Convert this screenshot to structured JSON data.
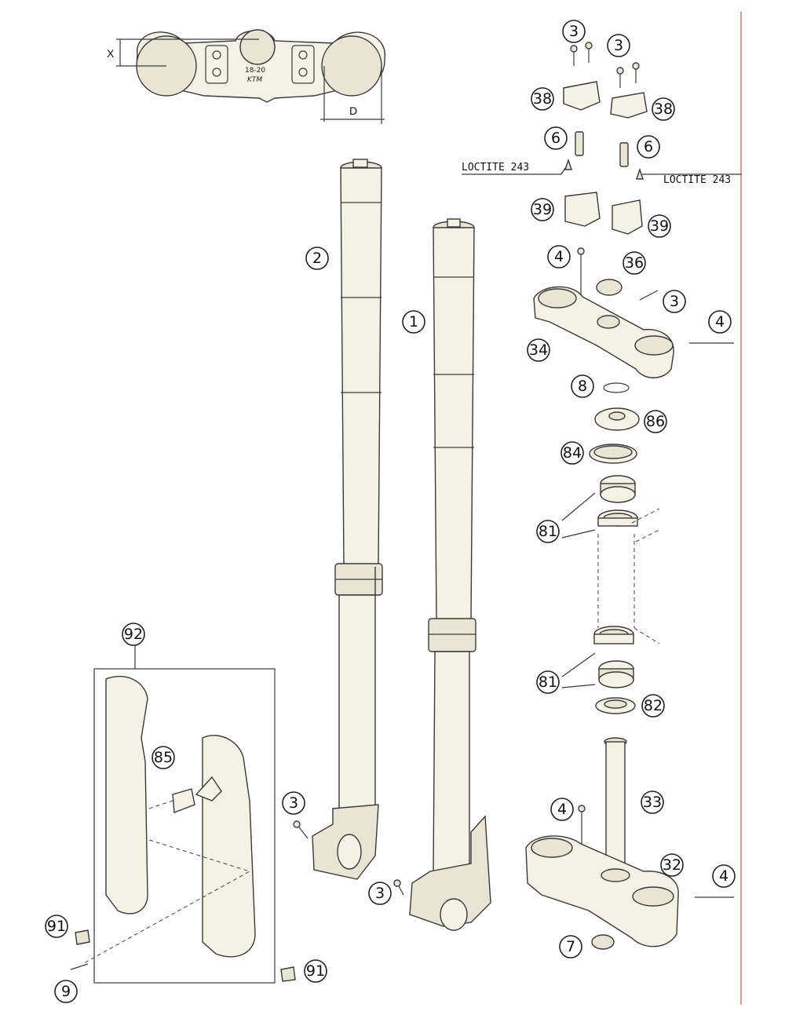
{
  "callouts": {
    "c3a": "3",
    "c3b": "3",
    "c38a": "38",
    "c38b": "38",
    "c6a": "6",
    "c6b": "6",
    "c39a": "39",
    "c39b": "39",
    "c2": "2",
    "c1": "1",
    "c4a": "4",
    "c36": "36",
    "c3c": "3",
    "c4b": "4",
    "c34": "34",
    "c8": "8",
    "c86": "86",
    "c84": "84",
    "c81a": "81",
    "c81b": "81",
    "c82": "82",
    "c92": "92",
    "c85": "85",
    "c3d": "3",
    "c4c": "4",
    "c33": "33",
    "c32": "32",
    "c4d": "4",
    "c3e": "3",
    "c7": "7",
    "c91a": "91",
    "c91b": "91",
    "c9": "9"
  },
  "labels": {
    "loctite_left": "LOCTITE 243",
    "loctite_right": "LOCTITE 243",
    "dim_x": "X",
    "dim_d": "D",
    "clamp_stamp": "18-20"
  },
  "colors": {
    "part_fill": "#f4f1e6",
    "outline": "#3a3a3a",
    "margin_rule": "#e05050"
  }
}
